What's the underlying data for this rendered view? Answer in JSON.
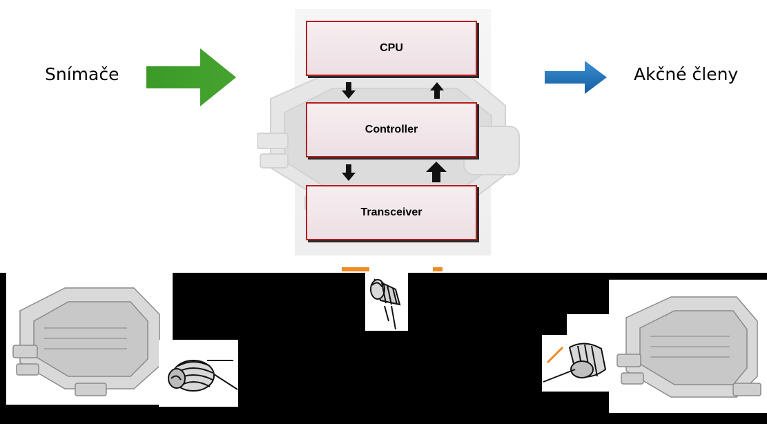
{
  "labels": {
    "sensors": "Snímače",
    "actuators": "Akčné členy"
  },
  "blocks": {
    "cpu": "CPU",
    "controller": "Controller",
    "transceiver": "Transceiver"
  },
  "colors": {
    "input_arrow": "#3f9b2a",
    "output_arrow": "#1f6fb8",
    "block_border": "#b51d1d",
    "bottom_background": "#000000"
  },
  "icons": {
    "input": "right-arrow-icon",
    "output": "right-arrow-icon",
    "down": "down-arrow-icon",
    "up": "up-arrow-icon",
    "ecu": "ecu-module-icon",
    "coil": "coil-icon"
  }
}
